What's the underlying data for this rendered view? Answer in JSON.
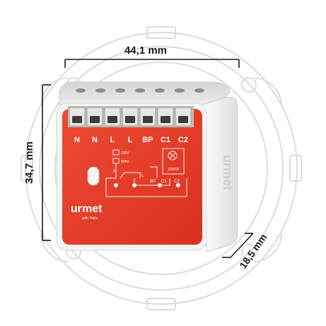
{
  "dimensions": {
    "width": "44,1 mm",
    "height": "34,7 mm",
    "depth": "18,5 mm"
  },
  "terminals": [
    "N",
    "N",
    "L",
    "L",
    "BP",
    "C1",
    "C2"
  ],
  "schematic": {
    "supply_voltage": "230V",
    "supply_freq": "50Hz",
    "load_power": "2000W",
    "label_n": "N",
    "label_l": "L",
    "label_bp": "BP",
    "label_c1": "C1",
    "label_c2": "C2"
  },
  "brand": {
    "logo": "urmet",
    "sub": "with Yokis"
  },
  "side_engraving": "urmet",
  "colors": {
    "housing_red": "#e53a2b",
    "housing_white": "#f2f2f2",
    "terminal_grey": "#c9c9c9",
    "line_art": "#dcdcdc",
    "dimension_line": "#1a1a1a"
  }
}
